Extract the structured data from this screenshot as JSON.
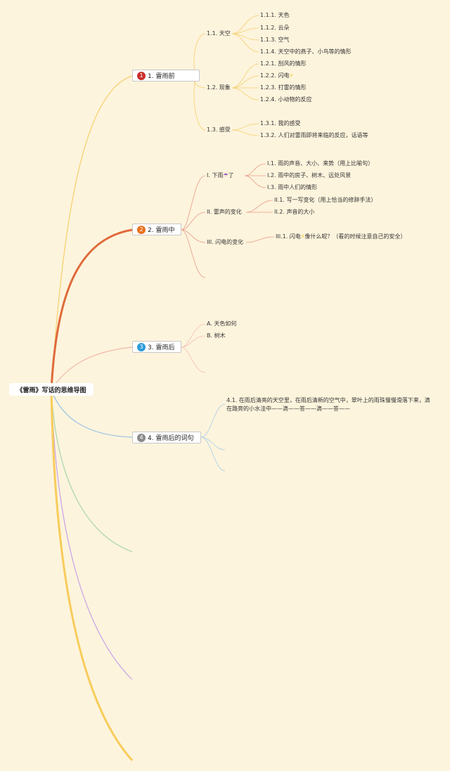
{
  "root": {
    "title": "《雷雨》写话的思维导图"
  },
  "branches": [
    {
      "num": "1",
      "label": "1. 雷雨前",
      "color": "#c9302c"
    },
    {
      "num": "2",
      "label": "2. 雷雨中",
      "color": "#e8721f"
    },
    {
      "num": "3",
      "label": "3. 雷雨后",
      "color": "#2a9bd8"
    },
    {
      "num": "4",
      "label": "4. 雷雨后的词句",
      "color": "#8a8a8a"
    }
  ],
  "b1": {
    "sub1": "1.1. 天空",
    "sub1_items": [
      "1.1.1. 天色",
      "1.1.2. 云朵",
      "1.1.3. 空气",
      "1.1.4. 天空中的燕子、小鸟等的情形"
    ],
    "sub2": "1.2. 现象",
    "sub2_items": [
      "1.2.1. 刮风的情形",
      "1.2.2. 闪电",
      "1.2.3. 打雷的情形",
      "1.2.4. 小动物的反应"
    ],
    "sub3": "1.3. 感受",
    "sub3_items": [
      "1.3.1. 我的感受",
      "1.3.2. 人们对雷雨即将来临的反应，话语等"
    ]
  },
  "b2": {
    "sub1_pre": "I. 下雨",
    "sub1_post": "了",
    "sub1_items": [
      "I.1. 雨的声音、大小、来势（用上比喻句）",
      "I.2. 雨中的房子、树木、远处风景",
      "I.3. 雨中人们的情形"
    ],
    "sub2": "II. 雷声的变化",
    "sub2_items": [
      "II.1. 写一写变化（用上恰当的修辞手法）",
      "II.2. 声音的大小"
    ],
    "sub3": "III. 闪电的变化",
    "sub3_item_pre": "III.1. 闪电",
    "sub3_item_post": "像什么呢？（看的时候注意自己的安全）"
  },
  "b3": {
    "items": [
      "A. 天色如何",
      "B. 树木"
    ]
  },
  "b4": {
    "text": "4.1. 在雨后清亮的天空里，在雨后清新的空气中，翠叶上的雨珠慢慢滑落下来，滴在路旁的小水洼中——滴——答——滴——答——"
  },
  "icons": {
    "bolt": "lightning-icon",
    "umbrella": "umbrella-icon"
  },
  "colors": {
    "background": "#fdf4dd",
    "b1": "#f6cf6a",
    "b2": "#e06a3a",
    "b3": "#f0b8a8",
    "b4": "#9cc3e6",
    "extra_green": "#a8d5a8",
    "extra_purple": "#c7a0e8",
    "extra_yellow": "#f8cc5a"
  }
}
